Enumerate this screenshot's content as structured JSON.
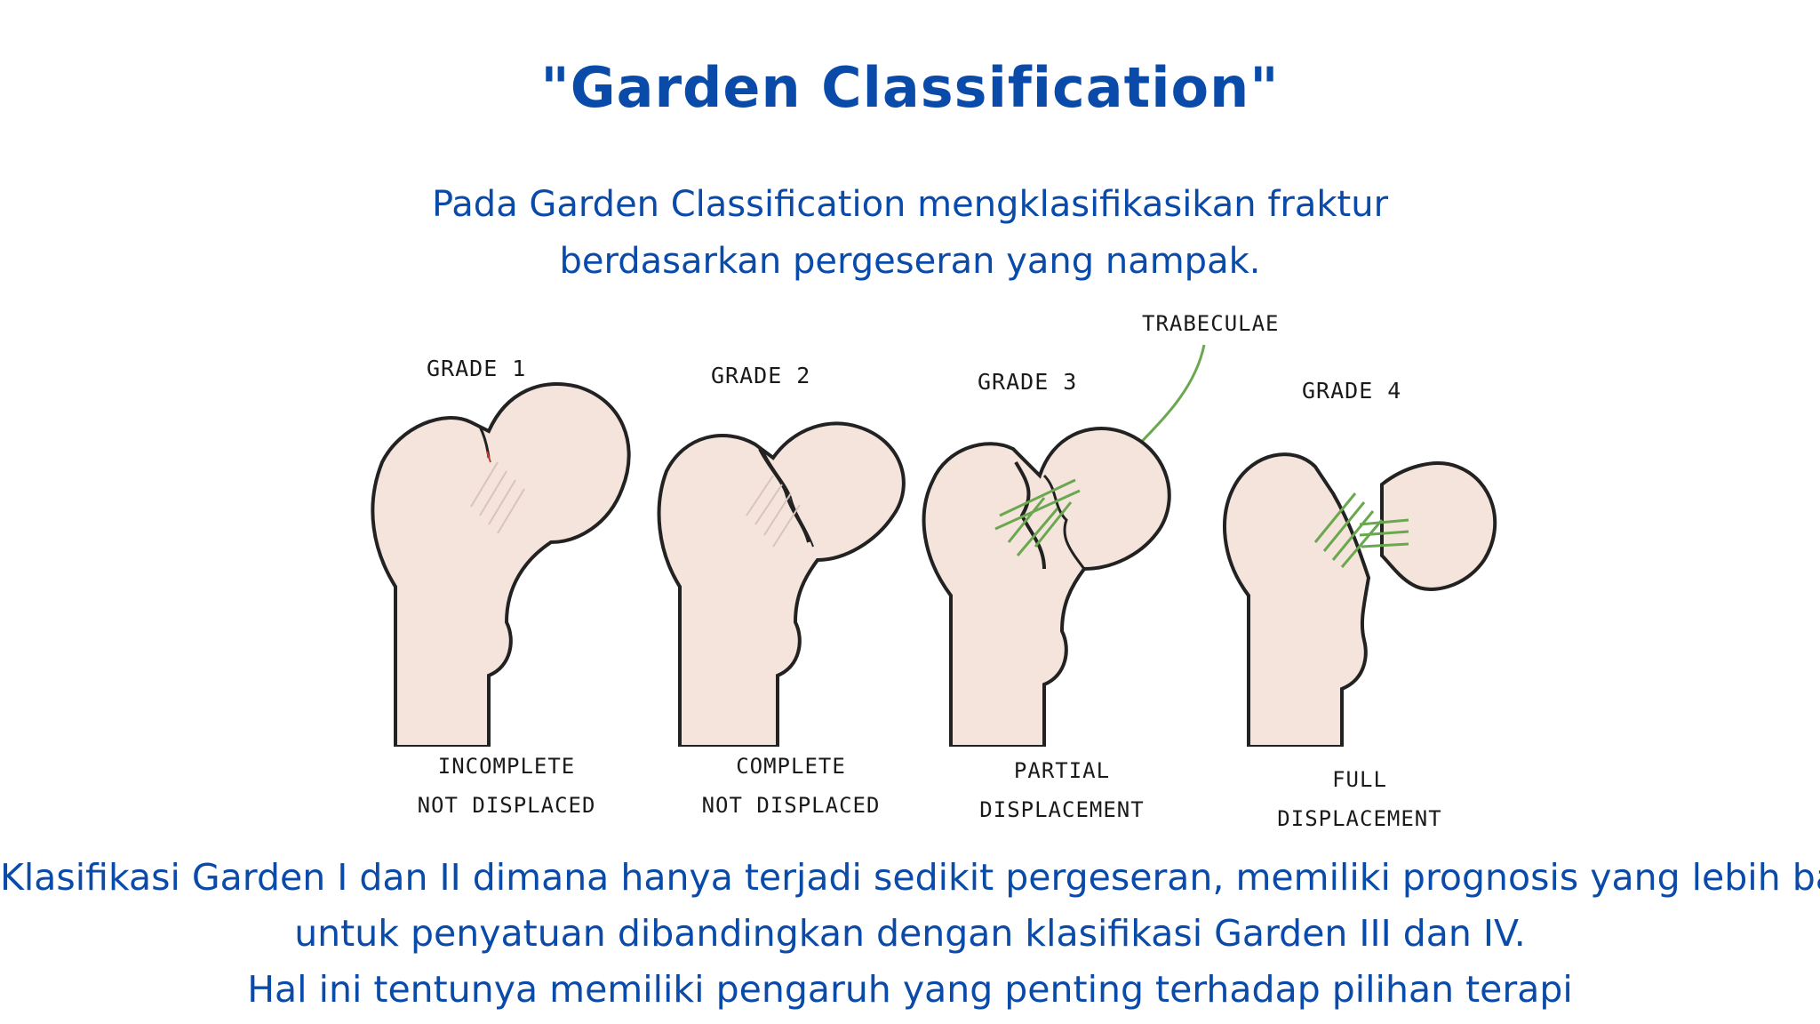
{
  "title": "\"Garden Classification\"",
  "intro": {
    "line1": "Pada Garden Classification mengklasifikasikan fraktur",
    "line2": "berdasarkan pergeseran yang nampak."
  },
  "diagram": {
    "trabeculae_label": "TRABECULAE",
    "grades": [
      {
        "label": "GRADE 1",
        "caption1": "INCOMPLETE",
        "caption2": "NOT DISPLACED"
      },
      {
        "label": "GRADE 2",
        "caption1": "COMPLETE",
        "caption2": "NOT DISPLACED"
      },
      {
        "label": "GRADE 3",
        "caption1": "PARTIAL",
        "caption2": "DISPLACEMENT"
      },
      {
        "label": "GRADE 4",
        "caption1": "FULL",
        "caption2": "DISPLACEMENT"
      }
    ],
    "colors": {
      "bone": "#f4e4dc",
      "outline": "#222222",
      "trabeculae": "#6aa84f",
      "fracture": "#c0392b"
    }
  },
  "summary": {
    "line1": "Klasifikasi Garden I dan II dimana hanya terjadi sedikit pergeseran, memiliki prognosis yang lebih baik",
    "line2": "untuk penyatuan dibandingkan dengan klasifikasi Garden III dan IV.",
    "line3": "Hal ini tentunya memiliki pengaruh yang penting terhadap pilihan terapi"
  }
}
